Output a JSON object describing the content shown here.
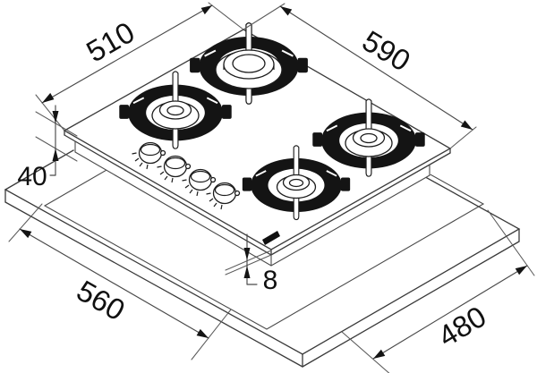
{
  "diagram": {
    "subject": "Isometric installation drawing of a four-burner gas hob on glass with front control knobs, shown above a worktop cutout slab",
    "projection": "isometric line drawing",
    "units": "mm",
    "dimensions_mm": {
      "hob_depth": "510",
      "hob_width": "590",
      "hob_height": "40",
      "glass_edge_thickness": "8",
      "cutout_depth": "560",
      "cutout_width": "480"
    },
    "features": {
      "burner_count": 4,
      "knob_count": 4,
      "front_edge_badge": "brand badge on glass front edge"
    }
  }
}
